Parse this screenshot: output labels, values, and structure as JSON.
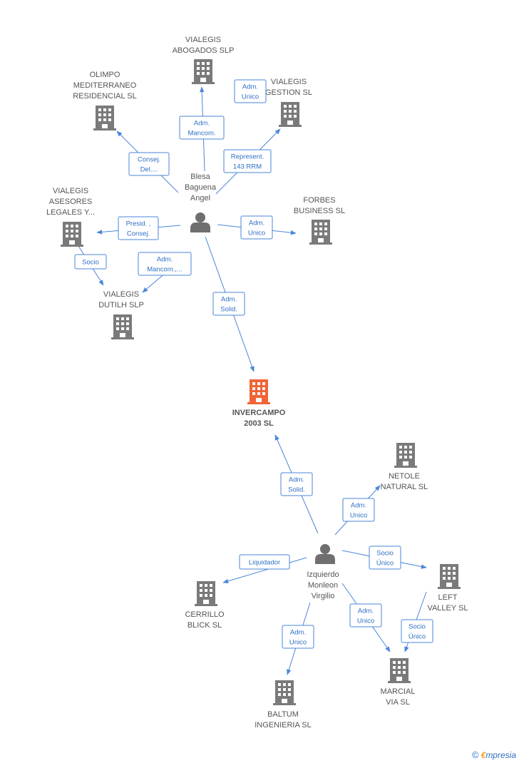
{
  "colors": {
    "edge": "#4a86d8",
    "building": "#7a7a7a",
    "main_building": "#f06436",
    "person": "#6f6f6f",
    "badge_text": "#2f6fc4"
  },
  "nodes": [
    {
      "id": "vialegis_abogados",
      "type": "company",
      "lines": [
        "VIALEGIS",
        "ABOGADOS SLP"
      ]
    },
    {
      "id": "olimpo",
      "type": "company",
      "lines": [
        "OLIMPO",
        "MEDITERRANEO",
        "RESIDENCIAL SL"
      ]
    },
    {
      "id": "vialegis_gestion",
      "type": "company",
      "lines": [
        "VIALEGIS",
        "GESTION SL"
      ]
    },
    {
      "id": "blesa",
      "type": "person",
      "lines": [
        "Blesa",
        "Baguena",
        "Angel"
      ]
    },
    {
      "id": "vialegis_asesores",
      "type": "company",
      "lines": [
        "VIALEGIS",
        "ASESORES",
        "LEGALES Y..."
      ]
    },
    {
      "id": "forbes",
      "type": "company",
      "lines": [
        "FORBES",
        "BUSINESS SL"
      ]
    },
    {
      "id": "vialegis_dutilh",
      "type": "company",
      "lines": [
        "VIALEGIS",
        "DUTILH SLP"
      ]
    },
    {
      "id": "invercampo",
      "type": "main",
      "lines": [
        "INVERCAMPO",
        "2003 SL"
      ]
    },
    {
      "id": "netole",
      "type": "company",
      "lines": [
        "NETOLE",
        "NATURAL SL"
      ]
    },
    {
      "id": "izquierdo",
      "type": "person",
      "lines": [
        "Izquierdo",
        "Monleon",
        "Virgilio"
      ]
    },
    {
      "id": "left_valley",
      "type": "company",
      "lines": [
        "LEFT",
        "VALLEY SL"
      ]
    },
    {
      "id": "cerrillo",
      "type": "company",
      "lines": [
        "CERRILLO",
        "BLICK SL"
      ]
    },
    {
      "id": "marcial",
      "type": "company",
      "lines": [
        "MARCIAL",
        "VIA SL"
      ]
    },
    {
      "id": "baltum",
      "type": "company",
      "lines": [
        "BALTUM",
        "INGENIERIA SL"
      ]
    }
  ],
  "edges": [
    {
      "id": "e1",
      "lines": [
        "Adm.",
        "Mancom."
      ]
    },
    {
      "id": "e2",
      "lines": [
        "Consej.",
        "Del...."
      ]
    },
    {
      "id": "e3",
      "lines": [
        "Adm.",
        "Unico"
      ]
    },
    {
      "id": "e4",
      "lines": [
        "Represent.",
        "143 RRM"
      ]
    },
    {
      "id": "e5",
      "lines": [
        "Presid. ,",
        "Consej."
      ]
    },
    {
      "id": "e6",
      "lines": [
        "Adm.",
        "Unico"
      ]
    },
    {
      "id": "e7",
      "lines": [
        "Socio"
      ]
    },
    {
      "id": "e8",
      "lines": [
        "Adm.",
        "Mancom.,..."
      ]
    },
    {
      "id": "e9",
      "lines": [
        "Adm.",
        "Solid."
      ]
    },
    {
      "id": "e10",
      "lines": [
        "Adm.",
        "Solid."
      ]
    },
    {
      "id": "e11",
      "lines": [
        "Adm.",
        "Unico"
      ]
    },
    {
      "id": "e12",
      "lines": [
        "Socio",
        "Único"
      ]
    },
    {
      "id": "e13",
      "lines": [
        "Liquidador"
      ]
    },
    {
      "id": "e14",
      "lines": [
        "Adm.",
        "Unico"
      ]
    },
    {
      "id": "e15",
      "lines": [
        "Adm.",
        "Unico"
      ]
    },
    {
      "id": "e16",
      "lines": [
        "Socio",
        "Único"
      ]
    }
  ],
  "footer": {
    "copyright": "©",
    "brand_first": "€",
    "brand_rest": "mpresia"
  }
}
